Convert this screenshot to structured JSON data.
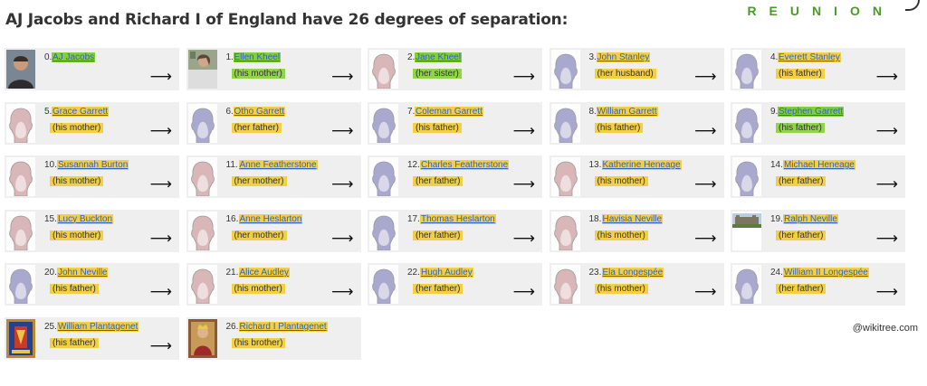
{
  "header": {
    "title": "AJ Jacobs and Richard I of England have 26 degrees of separation:",
    "brand": "REUNION"
  },
  "footer": {
    "credit": "@wikitree.com"
  },
  "colors": {
    "name_green": "#7fd03a",
    "name_yellow": "#f3cf45",
    "link": "#2f62c4",
    "female_silhouette": "#d9b6b8",
    "male_silhouette": "#a9a9cf",
    "card_bg": "#efefef"
  },
  "chain": [
    {
      "num": "0.",
      "name": "AJ Jacobs",
      "rel": "",
      "photo": "photo-aj",
      "hl": "green"
    },
    {
      "num": "1.",
      "name": "Ellen Kheel",
      "rel": "(his mother)",
      "photo": "photo-ellen",
      "hl": "green"
    },
    {
      "num": "2.",
      "name": "Jane Kheel",
      "rel": "(her sister)",
      "photo": "female",
      "hl": "green"
    },
    {
      "num": "3.",
      "name": "John Stanley",
      "rel": "(her husband)",
      "photo": "male",
      "hl": "yellow"
    },
    {
      "num": "4.",
      "name": "Everett Stanley",
      "rel": "(his father)",
      "photo": "male",
      "hl": "yellow"
    },
    {
      "num": "5.",
      "name": "Grace Garrett",
      "rel": "(his mother)",
      "photo": "female",
      "hl": "yellow"
    },
    {
      "num": "6.",
      "name": "Otho Garrett",
      "rel": "(her father)",
      "photo": "male",
      "hl": "yellow"
    },
    {
      "num": "7.",
      "name": "Coleman Garrett",
      "rel": "(his father)",
      "photo": "male",
      "hl": "yellow"
    },
    {
      "num": "8.",
      "name": "William Garrett",
      "rel": "(his father)",
      "photo": "male",
      "hl": "yellow"
    },
    {
      "num": "9.",
      "name": "Stephen Garrett",
      "rel": "(his father)",
      "photo": "male",
      "hl": "green"
    },
    {
      "num": "10.",
      "name": "Susannah Burton",
      "rel": "(his mother)",
      "photo": "female",
      "hl": "yellow"
    },
    {
      "num": "11.",
      "name": "Anne Featherstone",
      "rel": "(her mother)",
      "photo": "female",
      "hl": "yellow"
    },
    {
      "num": "12.",
      "name": "Charles Featherstone",
      "rel": "(her father)",
      "photo": "male",
      "hl": "yellow"
    },
    {
      "num": "13.",
      "name": "Katherine Heneage",
      "rel": "(his mother)",
      "photo": "female",
      "hl": "yellow"
    },
    {
      "num": "14.",
      "name": "Michael Heneage",
      "rel": "(her father)",
      "photo": "male",
      "hl": "yellow"
    },
    {
      "num": "15.",
      "name": "Lucy Buckton",
      "rel": "(his mother)",
      "photo": "female",
      "hl": "yellow"
    },
    {
      "num": "16.",
      "name": "Anne Heslarton",
      "rel": "(her mother)",
      "photo": "female",
      "hl": "yellow"
    },
    {
      "num": "17.",
      "name": "Thomas Heslarton",
      "rel": "(her father)",
      "photo": "male",
      "hl": "yellow"
    },
    {
      "num": "18.",
      "name": "Havisia Neville",
      "rel": "(his mother)",
      "photo": "female",
      "hl": "yellow"
    },
    {
      "num": "19.",
      "name": "Ralph Neville",
      "rel": "(her father)",
      "photo": "photo-castle",
      "hl": "yellow"
    },
    {
      "num": "20.",
      "name": "John Neville",
      "rel": "(his father)",
      "photo": "male",
      "hl": "yellow"
    },
    {
      "num": "21.",
      "name": "Alice Audley",
      "rel": "(his mother)",
      "photo": "female",
      "hl": "yellow"
    },
    {
      "num": "22.",
      "name": "Hugh Audley",
      "rel": "(her father)",
      "photo": "male",
      "hl": "yellow"
    },
    {
      "num": "23.",
      "name": "Ela Longespée",
      "rel": "(his mother)",
      "photo": "female",
      "hl": "yellow"
    },
    {
      "num": "24.",
      "name": "William II Longespée",
      "rel": "(her father)",
      "photo": "male",
      "hl": "yellow"
    },
    {
      "num": "25.",
      "name": "William Plantagenet",
      "rel": "(his father)",
      "photo": "photo-heraldry",
      "hl": "yellow"
    },
    {
      "num": "26.",
      "name": "Richard I Plantagenet",
      "rel": "(his brother)",
      "photo": "photo-portrait",
      "hl": "yellow"
    }
  ],
  "arrow": "⟶"
}
